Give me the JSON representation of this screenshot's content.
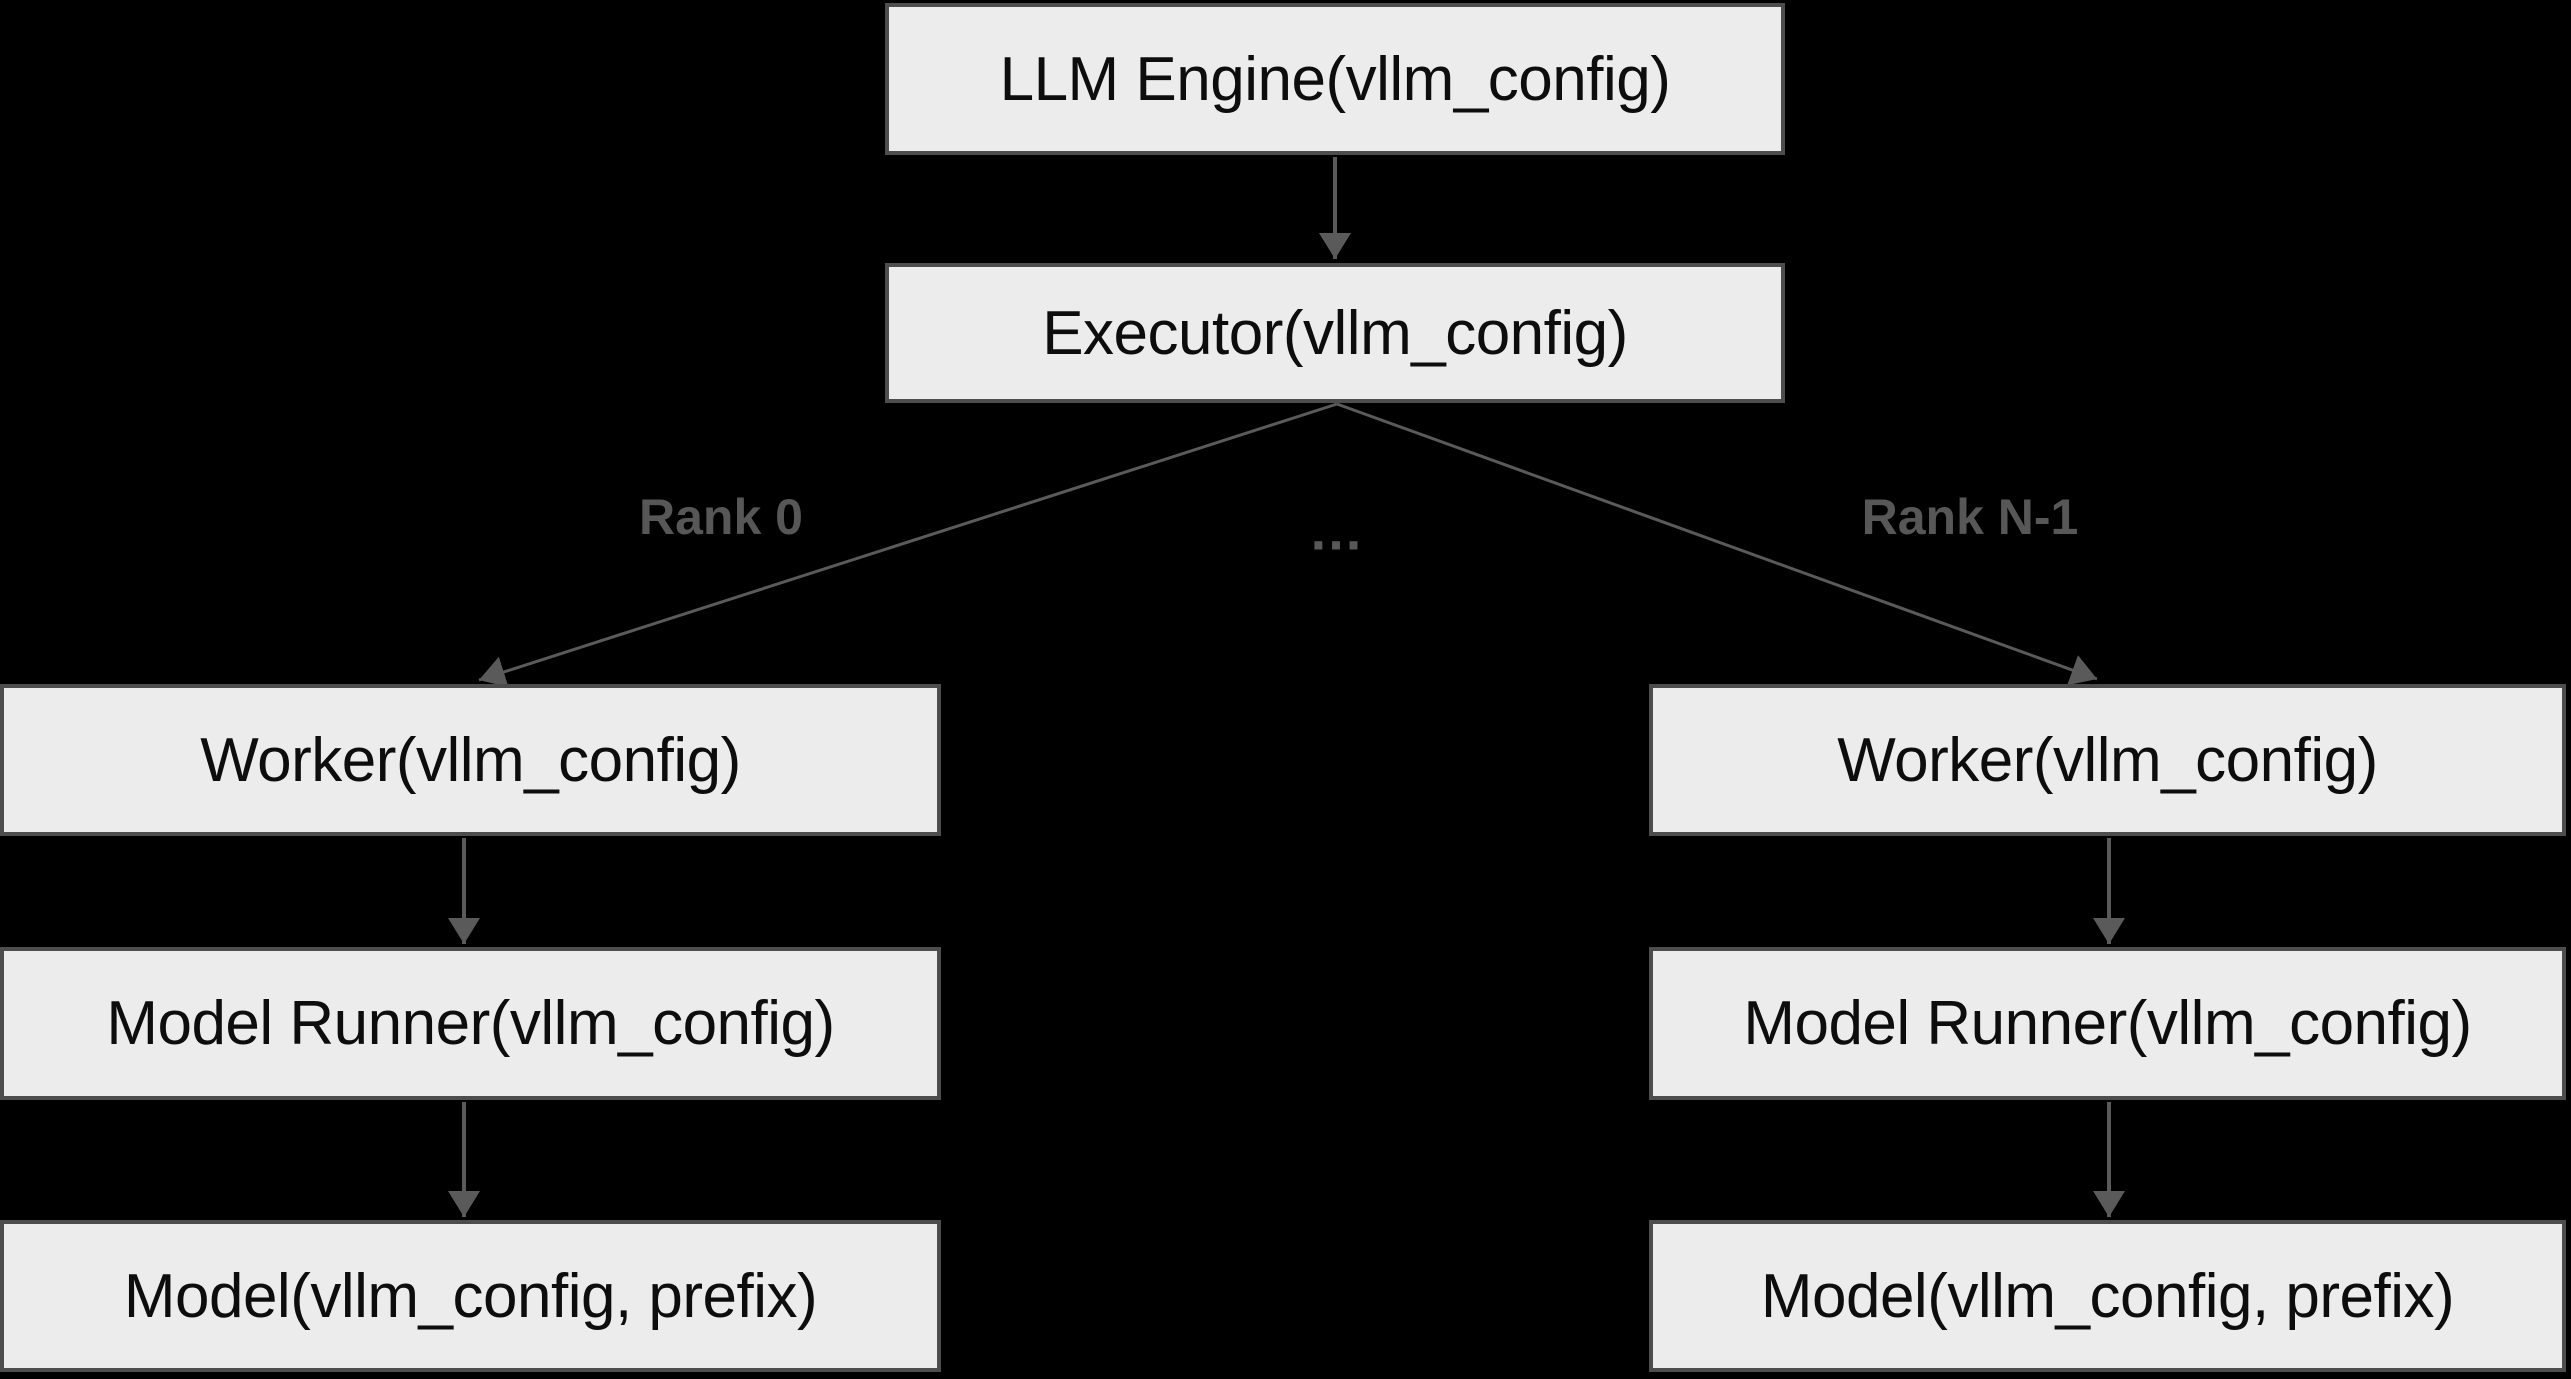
{
  "diagram": {
    "type": "flowchart",
    "nodes": {
      "engine": {
        "label": "LLM Engine(vllm_config)"
      },
      "executor": {
        "label": "Executor(vllm_config)"
      },
      "worker_0": {
        "label": "Worker(vllm_config)"
      },
      "model_runner_0": {
        "label": "Model Runner(vllm_config)"
      },
      "model_0": {
        "label": "Model(vllm_config, prefix)"
      },
      "worker_n": {
        "label": "Worker(vllm_config)"
      },
      "model_runner_n": {
        "label": "Model Runner(vllm_config)"
      },
      "model_n": {
        "label": "Model(vllm_config, prefix)"
      }
    },
    "edge_labels": {
      "rank_0": "Rank 0",
      "ellipsis": "...",
      "rank_n": "Rank N-1"
    },
    "edges": [
      {
        "from": "engine",
        "to": "executor"
      },
      {
        "from": "executor",
        "to": "worker_0",
        "label": "Rank 0"
      },
      {
        "from": "executor",
        "to": "worker_n",
        "label": "Rank N-1"
      },
      {
        "from": "worker_0",
        "to": "model_runner_0"
      },
      {
        "from": "model_runner_0",
        "to": "model_0"
      },
      {
        "from": "worker_n",
        "to": "model_runner_n"
      },
      {
        "from": "model_runner_n",
        "to": "model_n"
      }
    ],
    "colors": {
      "background": "#000000",
      "node_fill": "#ececec",
      "node_border": "#4d4d4d",
      "node_text": "#0d0d0d",
      "edge": "#5a5a5a",
      "edge_label": "#575757"
    }
  }
}
